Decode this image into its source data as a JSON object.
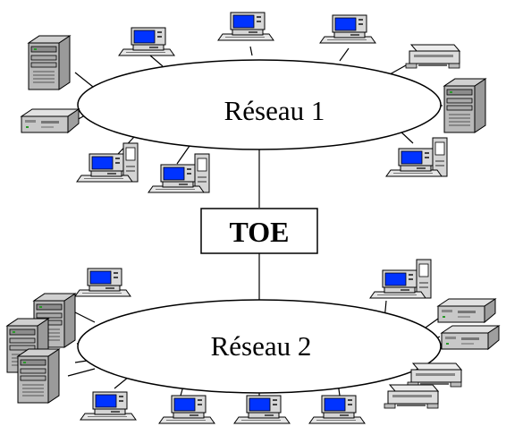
{
  "networks": [
    {
      "id": "net1",
      "label": "Réseau 1"
    },
    {
      "id": "net2",
      "label": "Réseau 2"
    }
  ],
  "bridge": {
    "label": "TOE"
  },
  "devices": {
    "network1": [
      "tower-computer",
      "desktop-unit",
      "workstation",
      "workstation",
      "workstation",
      "printer",
      "tower-computer",
      "workstation",
      "workstation",
      "workstation"
    ],
    "network2": [
      "tower-computer",
      "tower-computer",
      "tower-computer",
      "workstation",
      "workstation",
      "desktop-unit",
      "desktop-unit",
      "printer",
      "printer",
      "workstation",
      "workstation",
      "workstation",
      "workstation"
    ]
  },
  "colors": {
    "screen": "#0033ff",
    "case": "#d4d4d4",
    "outline": "#000000",
    "background": "#ffffff"
  }
}
